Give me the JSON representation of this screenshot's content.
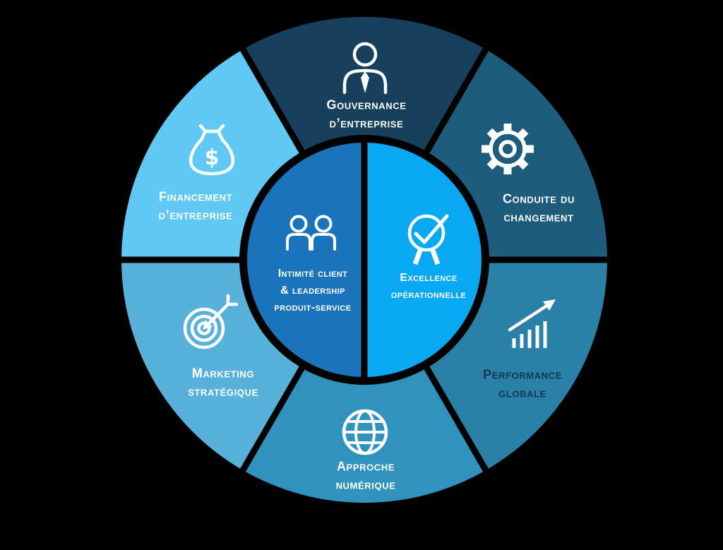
{
  "colors": {
    "background": "#000000",
    "divider": "#000000",
    "label": "#ffffff"
  },
  "segments": [
    {
      "name": "gouvernance-entreprise",
      "label": "Gouvernance\nd’entreprise",
      "color": "#16405C",
      "icon": "person-tie-icon"
    },
    {
      "name": "conduite-changement",
      "label": "Conduite du\nchangement",
      "color": "#1E5C7E",
      "icon": "gear-icon"
    },
    {
      "name": "performance-globale",
      "label": "Performance\nglobale",
      "color": "#2A80A6",
      "text_color": "#10384F",
      "icon": "growth-chart-icon"
    },
    {
      "name": "approche-numerique",
      "label": "Approche\nnumérique",
      "color": "#2F93BE",
      "icon": "globe-icon"
    },
    {
      "name": "marketing-strategique",
      "label": "Marketing\nstratégique",
      "color": "#57B1D8",
      "icon": "target-arrow-icon"
    },
    {
      "name": "financement-entreprise",
      "label": "Financement\nd’entreprise",
      "color": "#5FC8F5",
      "icon": "money-bag-icon"
    }
  ],
  "center": {
    "left": {
      "name": "intimite-client-leadership",
      "label": "Intimité client\n& leadership\nproduit-service",
      "color": "#1B74BB",
      "icon": "two-people-icon"
    },
    "right": {
      "name": "excellence-operationnelle",
      "label": "Excellence\nopérationnelle",
      "color": "#09A8F2",
      "icon": "medal-check-icon"
    }
  }
}
